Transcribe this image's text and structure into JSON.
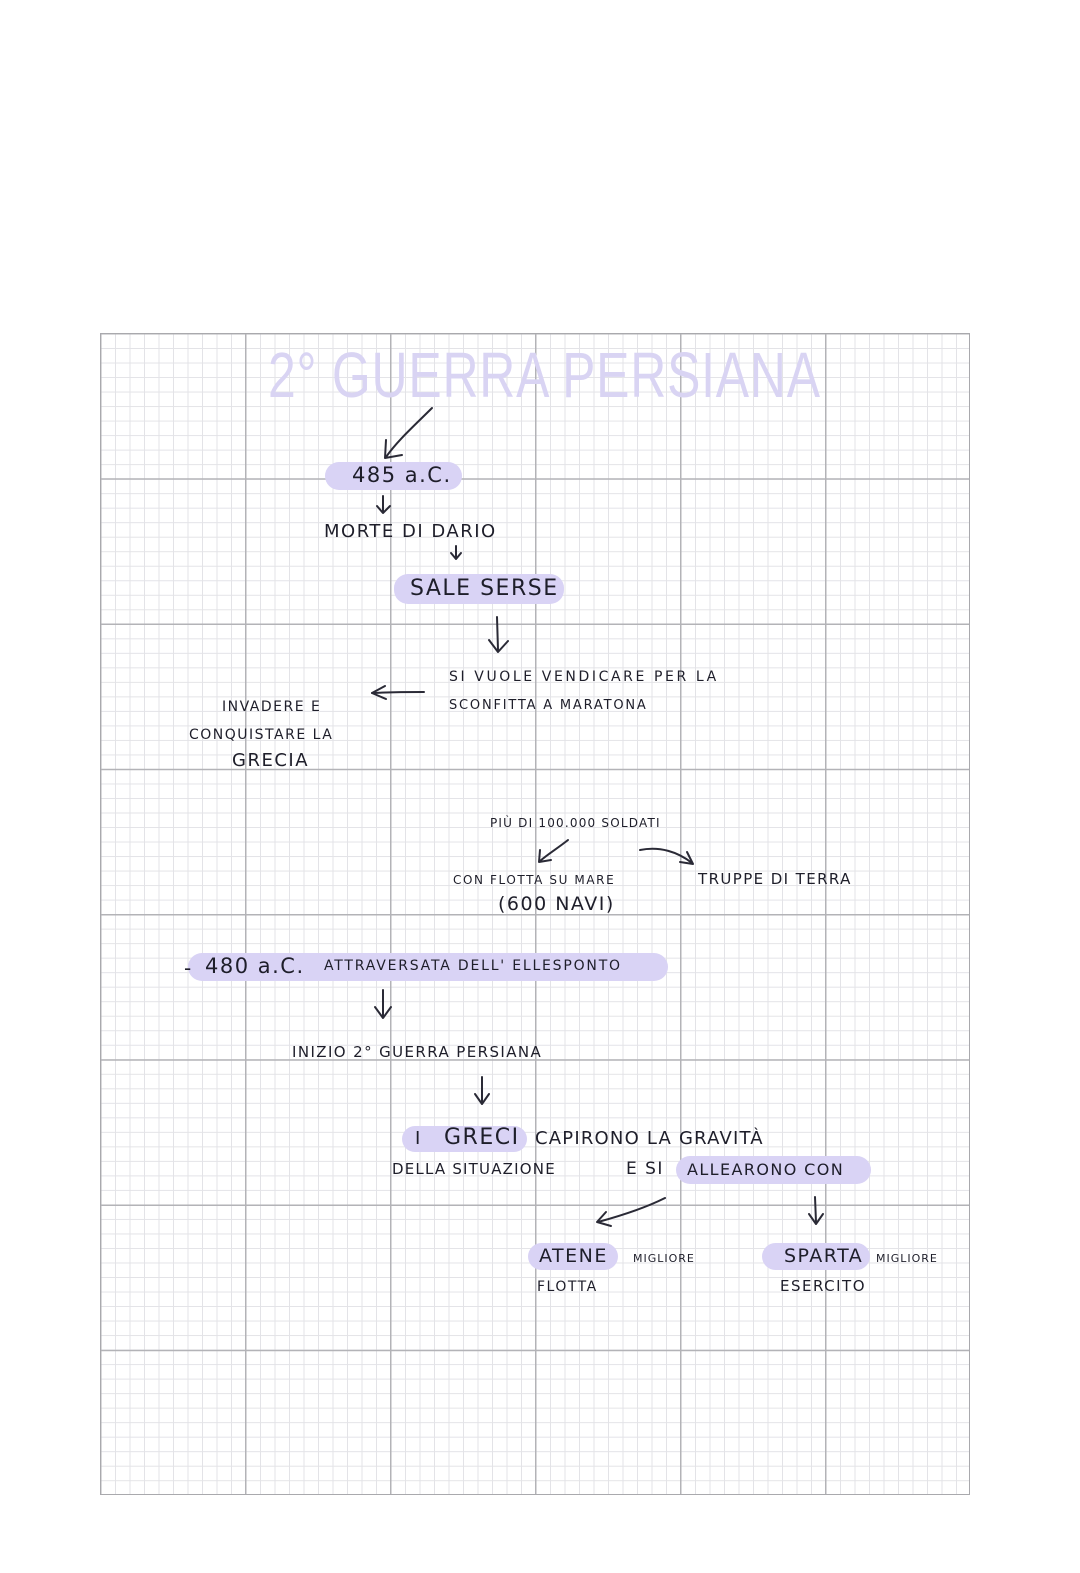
{
  "title": "2° GUERRA PERSIANA",
  "nodes": {
    "date_485": "485 a.C.",
    "morte_dario": "MORTE DI DARIO",
    "sale_serse": "SALE SERSE",
    "vendicare_1": "SI VUOLE VENDICARE PER LA",
    "vendicare_2": "SCONFITTA A MARATONA",
    "invadere_1": "INVADERE E",
    "invadere_2": "CONQUISTARE LA",
    "invadere_3": "GRECIA",
    "soldati": "PIÙ DI 100.000 SOLDATI",
    "flotta_1": "CON FLOTTA SU MARE",
    "flotta_2": "(600 NAVI)",
    "truppe": "TRUPPE DI TERRA",
    "dash": "-",
    "date_480": "480 a.C.",
    "attraversata": "ATTRAVERSATA DELL' ELLESPONTO",
    "inizio": "INIZIO 2° GUERRA PERSIANA",
    "greci_1a": "I",
    "greci_1b": "GRECI",
    "greci_1c": "CAPIRONO LA GRAVITÀ",
    "greci_2a": "DELLA SITUAZIONE",
    "greci_2b": "E SI",
    "greci_2c": "ALLEARONO CON",
    "atene": "ATENE",
    "atene_migliore": "MIGLIORE",
    "atene_flotta": "FLOTTA",
    "sparta": "SPARTA",
    "sparta_migliore": "MIGLIORE",
    "sparta_esercito": "ESERCITO"
  },
  "colors": {
    "highlight": "#d9d3f5",
    "title": "#d9d4f3",
    "ink": "#1e1e2a"
  }
}
